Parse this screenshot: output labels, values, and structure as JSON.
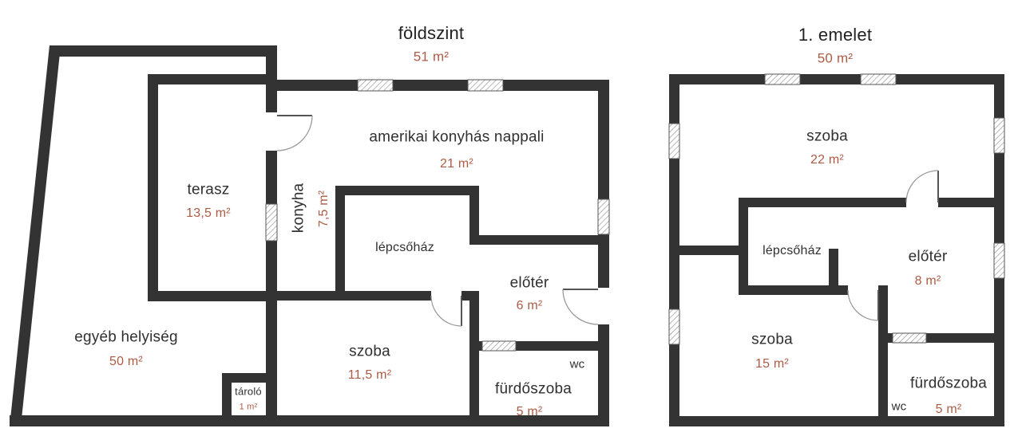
{
  "colors": {
    "wall": "#333333",
    "room_text": "#303030",
    "area_text": "#ad5b44",
    "background": "#ffffff"
  },
  "plans": [
    {
      "title": "földszint",
      "total_area": "51 m²",
      "rooms": [
        {
          "name": "terasz",
          "area": "13,5 m²"
        },
        {
          "name": "amerikai konyhás nappali",
          "area": "21 m²"
        },
        {
          "name": "konyha",
          "area": "7,5 m²"
        },
        {
          "name": "lépcsőház",
          "area": ""
        },
        {
          "name": "előtér",
          "area": "6 m²"
        },
        {
          "name": "egyéb helyiség",
          "area": "50 m²"
        },
        {
          "name": "szoba",
          "area": "11,5 m²"
        },
        {
          "name": "tároló",
          "area": "1 m²"
        },
        {
          "name": "wc",
          "area": ""
        },
        {
          "name": "fürdőszoba",
          "area": "5 m²"
        }
      ]
    },
    {
      "title": "1. emelet",
      "total_area": "50 m²",
      "rooms": [
        {
          "name": "szoba",
          "area": "22 m²"
        },
        {
          "name": "lépcsőház",
          "area": ""
        },
        {
          "name": "előtér",
          "area": "8 m²"
        },
        {
          "name": "szoba",
          "area": "15 m²"
        },
        {
          "name": "wc",
          "area": ""
        },
        {
          "name": "fürdőszoba",
          "area": "5 m²"
        }
      ]
    }
  ]
}
